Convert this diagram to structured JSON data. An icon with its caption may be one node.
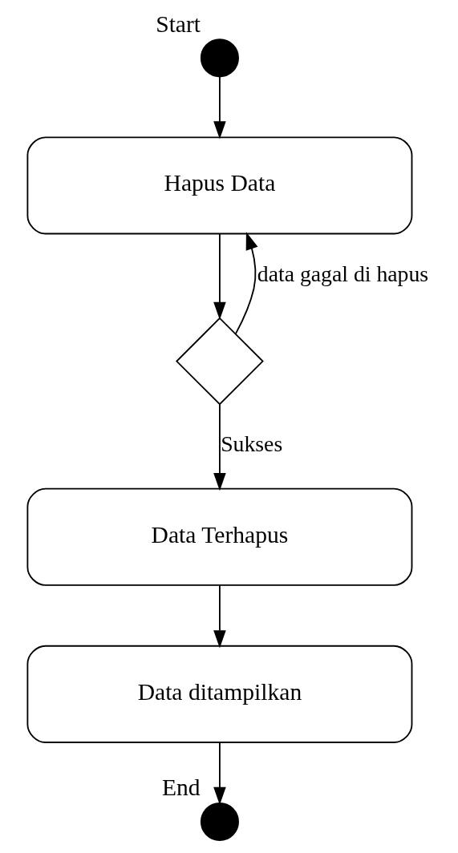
{
  "diagram": {
    "nodes": [
      {
        "text": [],
        "shape": "circle",
        "beside": [
          "Start"
        ]
      },
      {
        "text": [
          "Hapus Data"
        ]
      },
      {
        "text": [],
        "shape": "diamond"
      },
      {
        "text": [
          "Data Terhapus"
        ]
      },
      {
        "text": [
          "Data ditampilkan"
        ]
      },
      {
        "text": [],
        "shape": "circle",
        "beside": [
          "End"
        ]
      }
    ],
    "edges": [
      {
        "from": 0,
        "to": 1,
        "arrow": "to"
      },
      {
        "from": 1,
        "to": 2,
        "arrow": "to"
      },
      {
        "from": 2,
        "to": 1,
        "arrow": "to",
        "label": "data gagal di hapus"
      },
      {
        "from": 2,
        "to": 3,
        "arrow": "to",
        "label": "Sukses"
      },
      {
        "from": 3,
        "to": 4,
        "arrow": "to"
      },
      {
        "from": 4,
        "to": 5,
        "arrow": "to"
      }
    ]
  }
}
